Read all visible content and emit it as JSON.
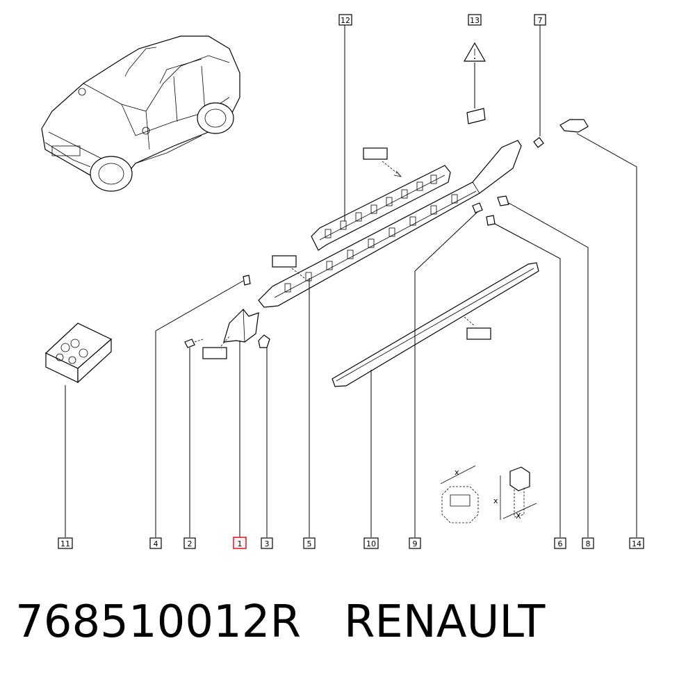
{
  "callouts": {
    "c1": "1",
    "c2": "2",
    "c3": "3",
    "c4": "4",
    "c5": "5",
    "c6": "6",
    "c7": "7",
    "c8": "8",
    "c9": "9",
    "c10": "10",
    "c11": "11",
    "c12": "12",
    "c13": "13",
    "c14": "14"
  },
  "highlighted_callout": "1",
  "dimension_marks": {
    "x1": "x",
    "x2": "x",
    "x3": "X"
  },
  "caption": {
    "part_number": "768510012R",
    "brand": "RENAULT"
  },
  "colors": {
    "highlight": "#e0202a",
    "line": "#000000"
  }
}
